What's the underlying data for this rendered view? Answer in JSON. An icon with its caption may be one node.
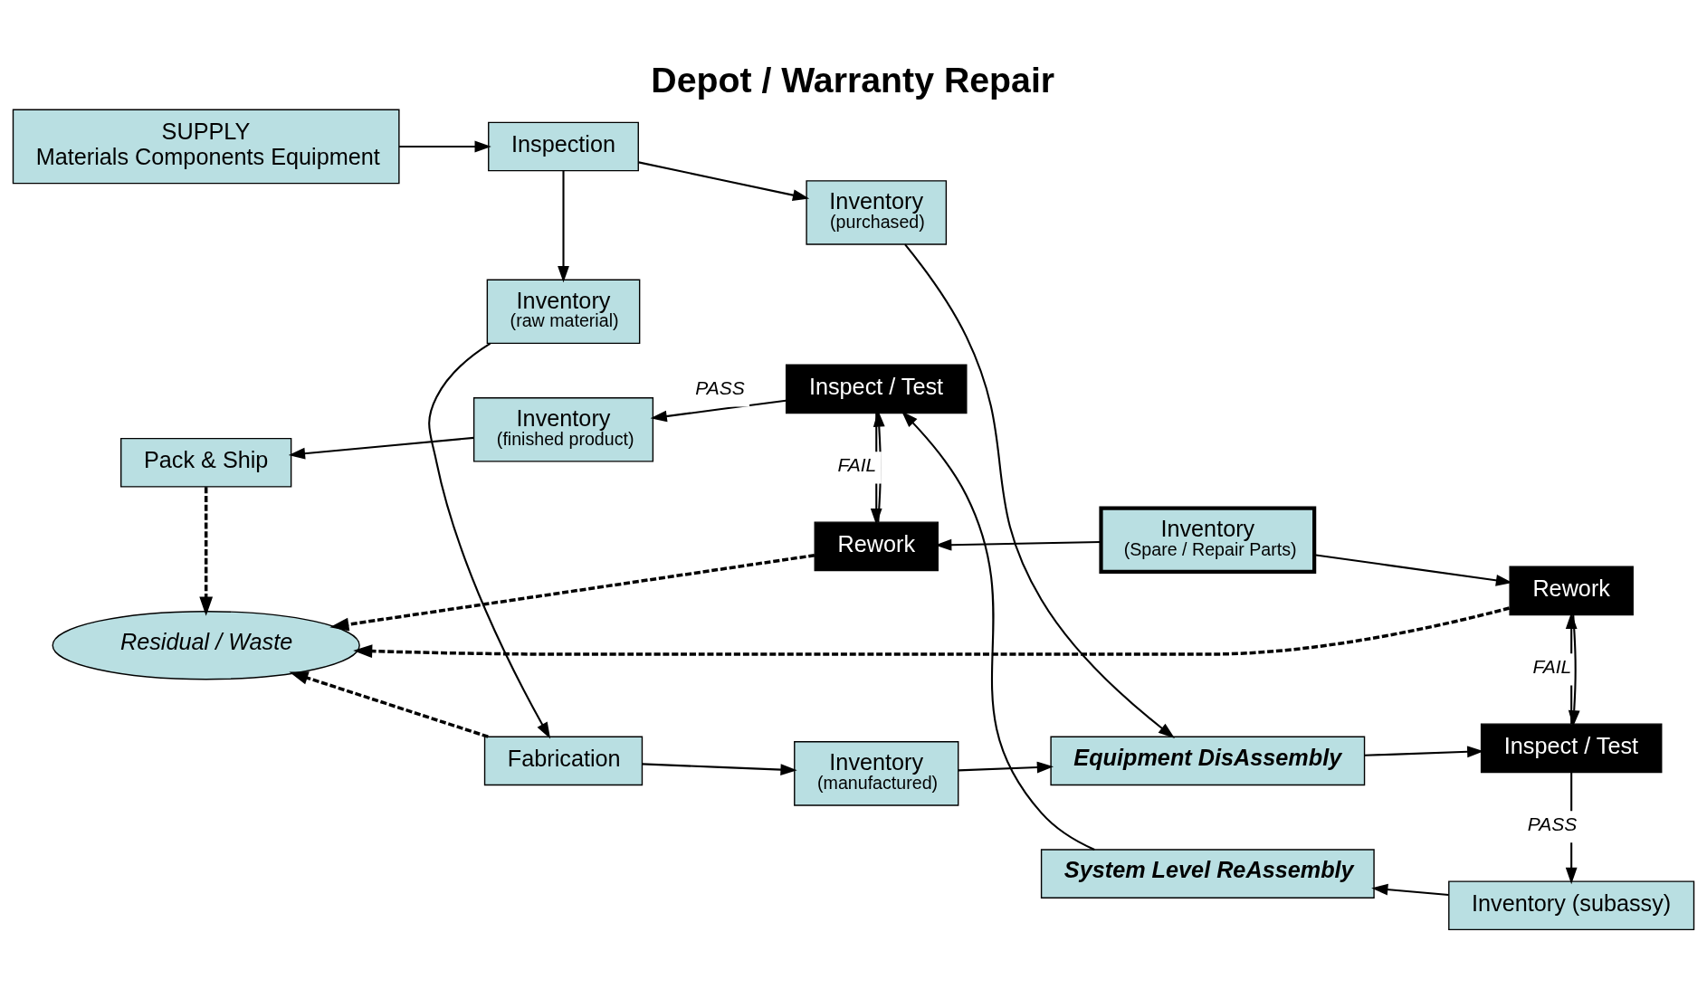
{
  "diagram": {
    "title": "Depot / Warranty Repair",
    "nodes": [
      {
        "text": [
          "SUPPLY",
          "Materials Components Equipment"
        ]
      },
      {
        "text": [
          "Inspection"
        ]
      },
      {
        "text": [
          "Inventory",
          "(purchased)"
        ]
      },
      {
        "text": [
          "Equipment DisAssembly"
        ]
      },
      {
        "text": [
          "Inspect / Test"
        ]
      },
      {
        "text": [
          "Inventory",
          "(raw material)"
        ]
      },
      {
        "text": [
          "Inventory",
          "(manufactured)"
        ]
      },
      {
        "text": [
          "Rework"
        ]
      },
      {
        "text": [
          "Fabrication"
        ]
      },
      {
        "text": [
          "Residual / Waste"
        ]
      },
      {
        "text": [
          "Inventory",
          "(Spare / Repair Parts)"
        ]
      },
      {
        "text": [
          "Rework"
        ]
      },
      {
        "text": [
          "Pack & Ship"
        ]
      },
      {
        "text": [
          "Inventory",
          "(finished product)"
        ]
      },
      {
        "text": [
          "Inspect / Test"
        ]
      },
      {
        "text": [
          "System Level ReAssembly"
        ]
      },
      {
        "text": [
          "Inventory (subassy)"
        ]
      }
    ],
    "edges": [
      {
        "from": 0,
        "to": 1,
        "arrow": "to"
      },
      {
        "from": 1,
        "to": 2,
        "arrow": "to"
      },
      {
        "from": 2,
        "to": 3,
        "arrow": "to"
      },
      {
        "from": 3,
        "to": 4,
        "arrow": "to"
      },
      {
        "from": 1,
        "to": 5,
        "arrow": "to"
      },
      {
        "from": 5,
        "to": 8,
        "arrow": "to"
      },
      {
        "from": 8,
        "to": 6,
        "arrow": "to"
      },
      {
        "from": 6,
        "to": 3,
        "arrow": "to"
      },
      {
        "from": 4,
        "to": 7,
        "arrow": "to",
        "label": "FAIL"
      },
      {
        "from": 7,
        "to": 4,
        "arrow": "to"
      },
      {
        "from": 4,
        "to": 16,
        "arrow": "to",
        "label": "PASS"
      },
      {
        "from": 10,
        "to": 7,
        "arrow": "to"
      },
      {
        "from": 16,
        "to": 15,
        "arrow": "to"
      },
      {
        "from": 15,
        "to": 14,
        "arrow": "to"
      },
      {
        "from": 14,
        "to": 11,
        "arrow": "to",
        "label": "FAIL"
      },
      {
        "from": 11,
        "to": 14,
        "arrow": "to"
      },
      {
        "from": 10,
        "to": 11,
        "arrow": "to"
      },
      {
        "from": 14,
        "to": 13,
        "arrow": "to",
        "label": "PASS"
      },
      {
        "from": 13,
        "to": 12,
        "arrow": "to"
      },
      {
        "from": 12,
        "to": 9,
        "arrow": "to",
        "style": "dashed"
      },
      {
        "from": 8,
        "to": 9,
        "arrow": "to",
        "style": "dashed"
      },
      {
        "from": 7,
        "to": 9,
        "arrow": "to",
        "style": "dashed"
      },
      {
        "from": 11,
        "to": 9,
        "arrow": "to",
        "style": "dashed"
      }
    ]
  }
}
